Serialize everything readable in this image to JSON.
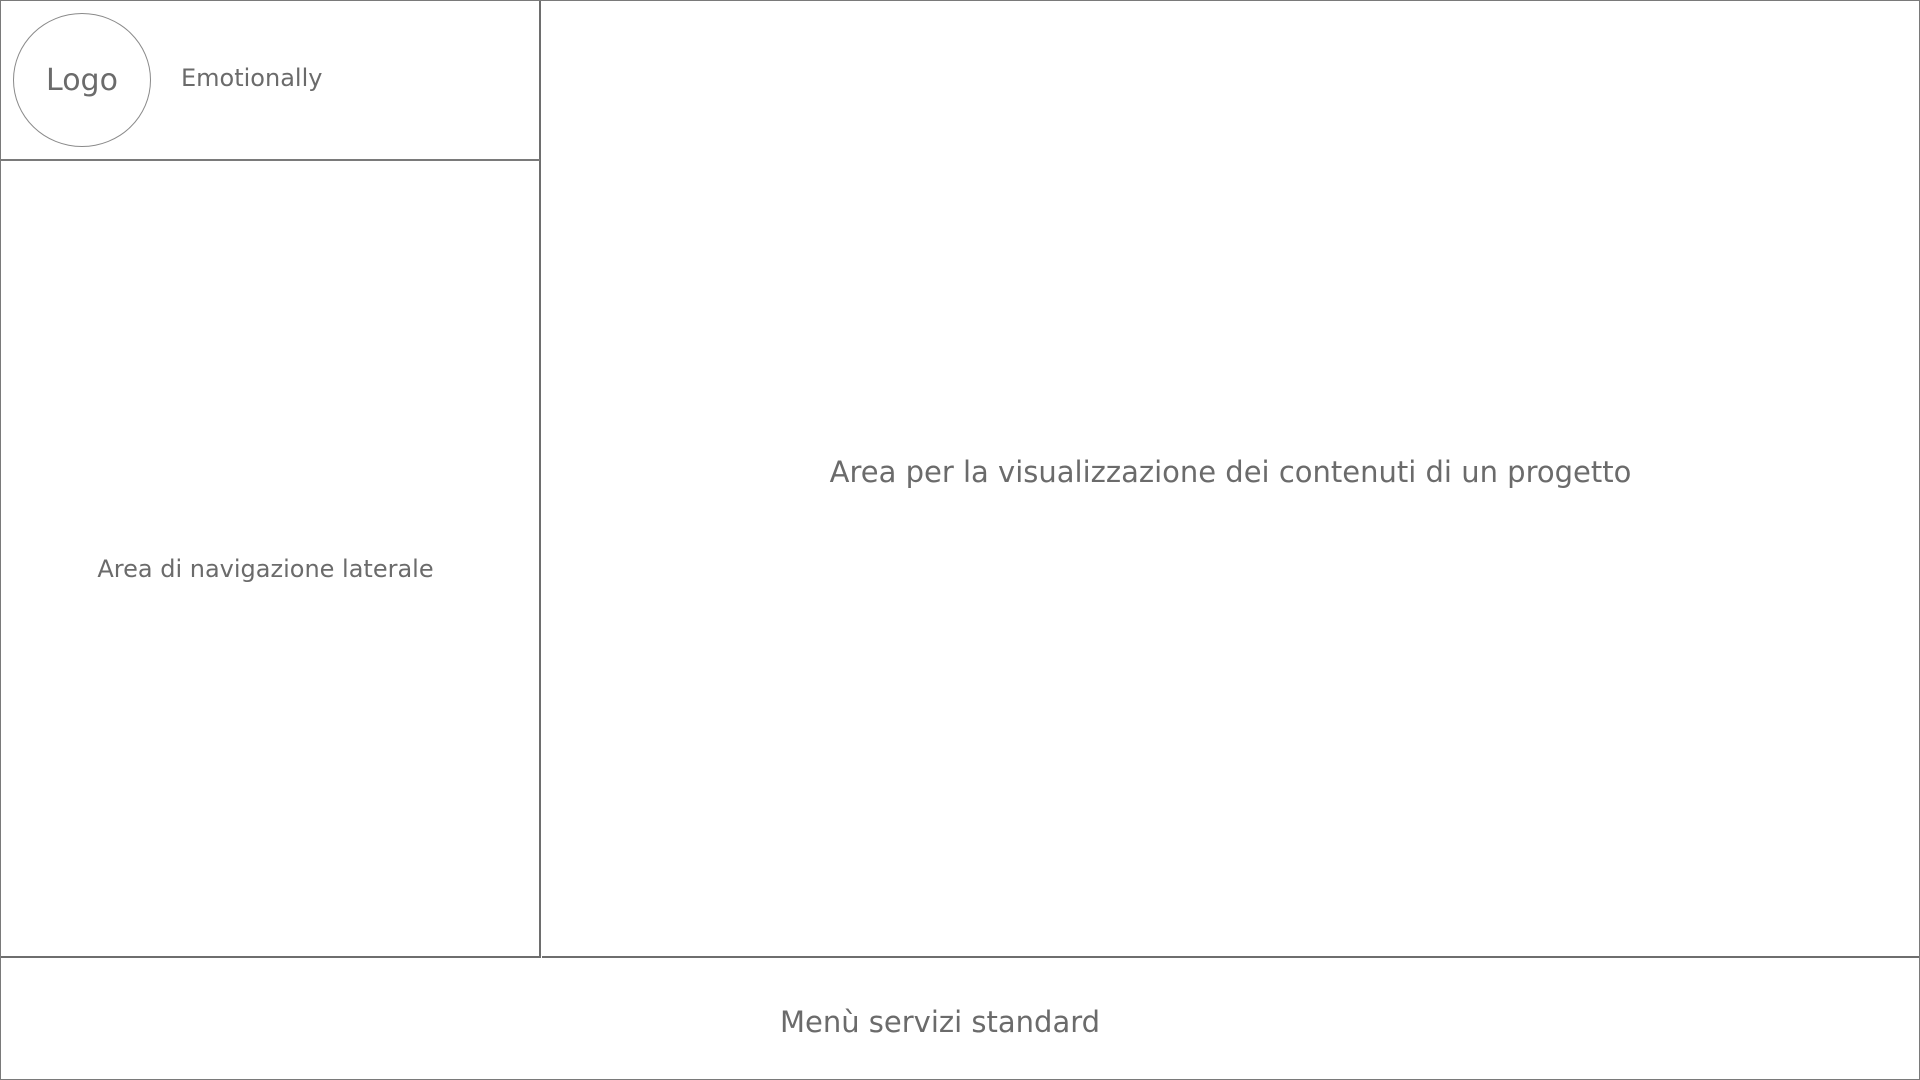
{
  "header": {
    "logo_text": "Logo",
    "app_name": "Emotionally"
  },
  "sidebar": {
    "nav_area_label": "Area di navigazione laterale"
  },
  "main": {
    "content_area_label": "Area per la visualizzazione dei contenuti di un progetto"
  },
  "footer": {
    "menu_label": "Menù servizi standard"
  },
  "colors": {
    "border": "#7a7a7a",
    "text": "#6b6b6b",
    "background": "#ffffff"
  }
}
